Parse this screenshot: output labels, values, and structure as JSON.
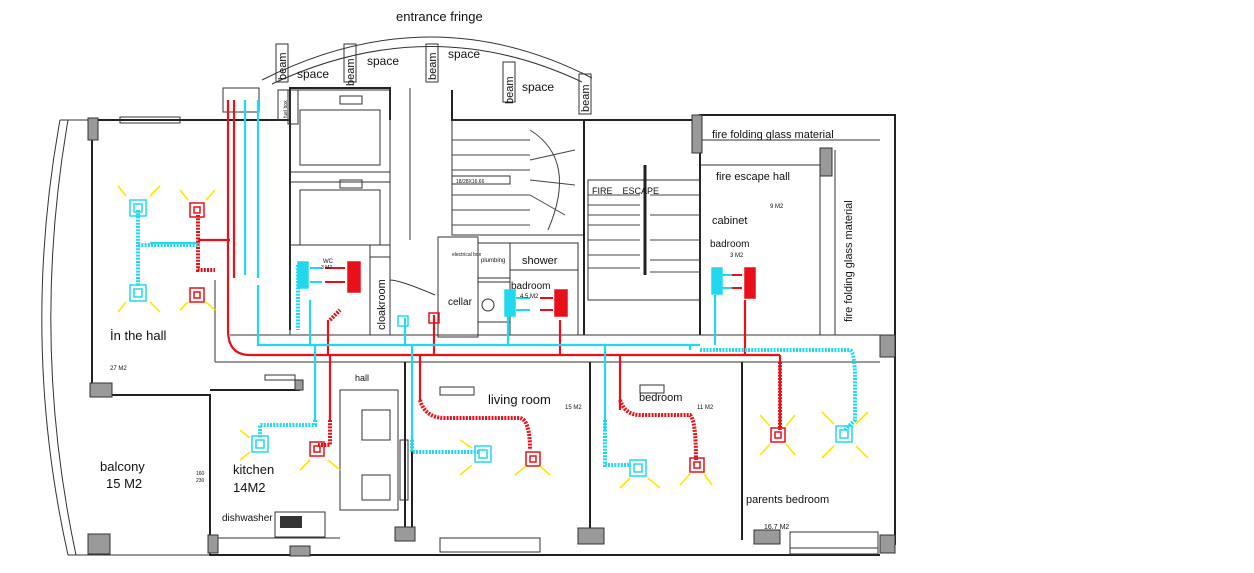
{
  "plan": {
    "labels": {
      "entrance_fringe": "entrance fringe",
      "space": "space",
      "beam": "beam",
      "fire_folding_top": "fire folding glass material",
      "fire_folding_side": "fire folding glass material",
      "fire_escape_hall": "fire escape hall",
      "fire_escape_sign": "FIRE    ESCAPE",
      "area_9": "9 M2",
      "cabinet": "cabinet",
      "badroom_small": "badroom",
      "area_3": "3 M2",
      "shower": "shower",
      "electrical": "electrical box",
      "plumbing": "plumbing",
      "cellar": "cellar",
      "badroom_mid": "badroom",
      "area_45": "4.5 M2",
      "wc": "WC",
      "wc_area": "3 M2",
      "cloakroom": "cloakroom",
      "in_the_hall": "İn the hall",
      "hall_area": "27 M2",
      "hall": "hall",
      "living_room": "living room",
      "living_area": "15 M2",
      "bedroom": "bedroom",
      "bedroom_area": "11 M2",
      "parents_bedroom": "parents bedroom",
      "parents_area": "16.7 M2",
      "balcony": "balcony",
      "balcony_area": "15 M2",
      "kitchen": "kitchen",
      "kitchen_area": "14M2",
      "dishwasher": "dishwasher",
      "dim_a": "160",
      "dim_b": "230",
      "stair_tag": "18/28X16.66",
      "fuel_box": "fuel box"
    },
    "colors": {
      "supply": "#e8101a",
      "return": "#22d8ee",
      "glow": "#ffe600",
      "wall": "#222222"
    }
  }
}
